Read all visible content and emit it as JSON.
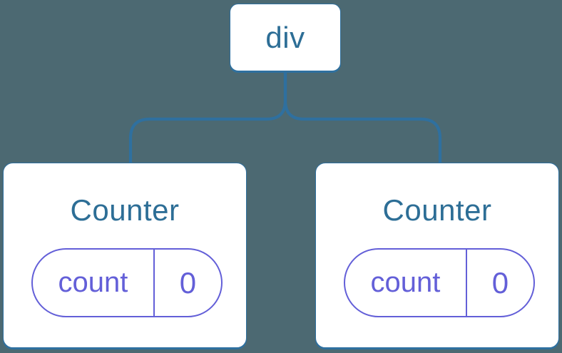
{
  "diagram": {
    "description": "Component tree: a div parent with two Counter children, each holding state count = 0",
    "colors": {
      "background": "#4C6972",
      "edge_blue": "#2F709F",
      "node_fill": "#FFFFFF",
      "heading_blue": "#2D6E96",
      "state_purple": "#635FD8"
    },
    "root": {
      "label": "div"
    },
    "children": [
      {
        "label": "Counter",
        "state": {
          "key": "count",
          "value": "0"
        }
      },
      {
        "label": "Counter",
        "state": {
          "key": "count",
          "value": "0"
        }
      }
    ]
  }
}
